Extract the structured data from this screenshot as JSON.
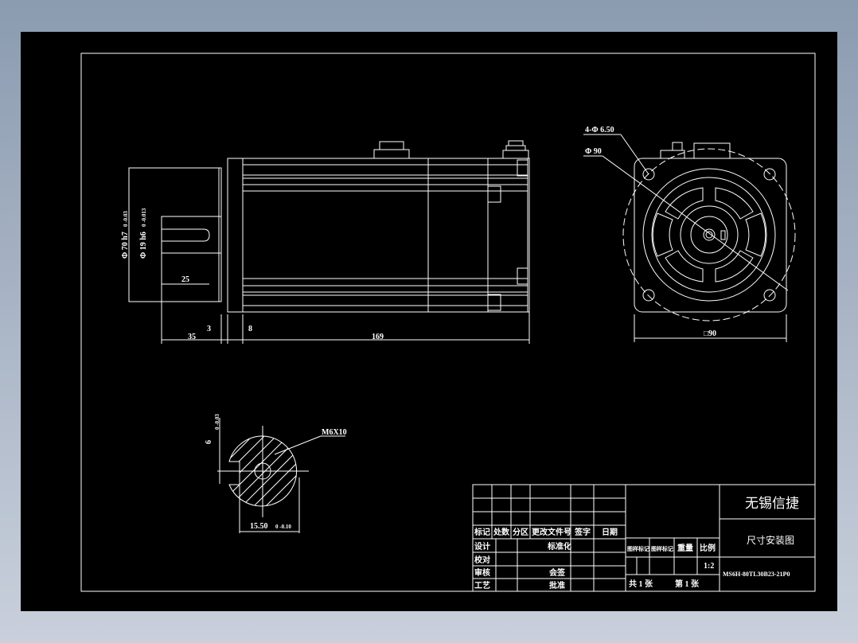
{
  "viewport": {
    "background": "#000000",
    "line_color": "#ffffff"
  },
  "side_view": {
    "dims": {
      "flange_dia": "Φ 70 h7",
      "flange_tol": "0 -0.03",
      "shaft_dia": "Φ 19 h6",
      "shaft_tol": "0 -0.013",
      "key_len": "25",
      "shaft_len": "35",
      "flange_thk": "3",
      "pilot": "8",
      "body_len": "169"
    }
  },
  "front_view": {
    "holes": "4-Φ 6.50",
    "pcd": "Φ 90",
    "square": "□90"
  },
  "section_view": {
    "thread": "M6X10",
    "key_w": "6",
    "key_tol": "0 -0.03",
    "key_depth": "15.50",
    "depth_tol": "0 -0.10"
  },
  "title_block": {
    "company": "无锡信捷",
    "drawing_title": "尺寸安装图",
    "part_no": "MS6H-80TL30B23-21P0",
    "headers": [
      "标记",
      "处数",
      "分区",
      "更改文件号",
      "签字",
      "日期"
    ],
    "roles": [
      "设计",
      "校对",
      "审核",
      "工艺"
    ],
    "role_fields": [
      "标准化",
      "会签",
      "批准"
    ],
    "stage_headers": [
      "图样标记",
      "图样标记",
      "重量",
      "比例"
    ],
    "scale": "1:2",
    "sheets": "共 1 张",
    "sheet_no": "第 1 张"
  }
}
